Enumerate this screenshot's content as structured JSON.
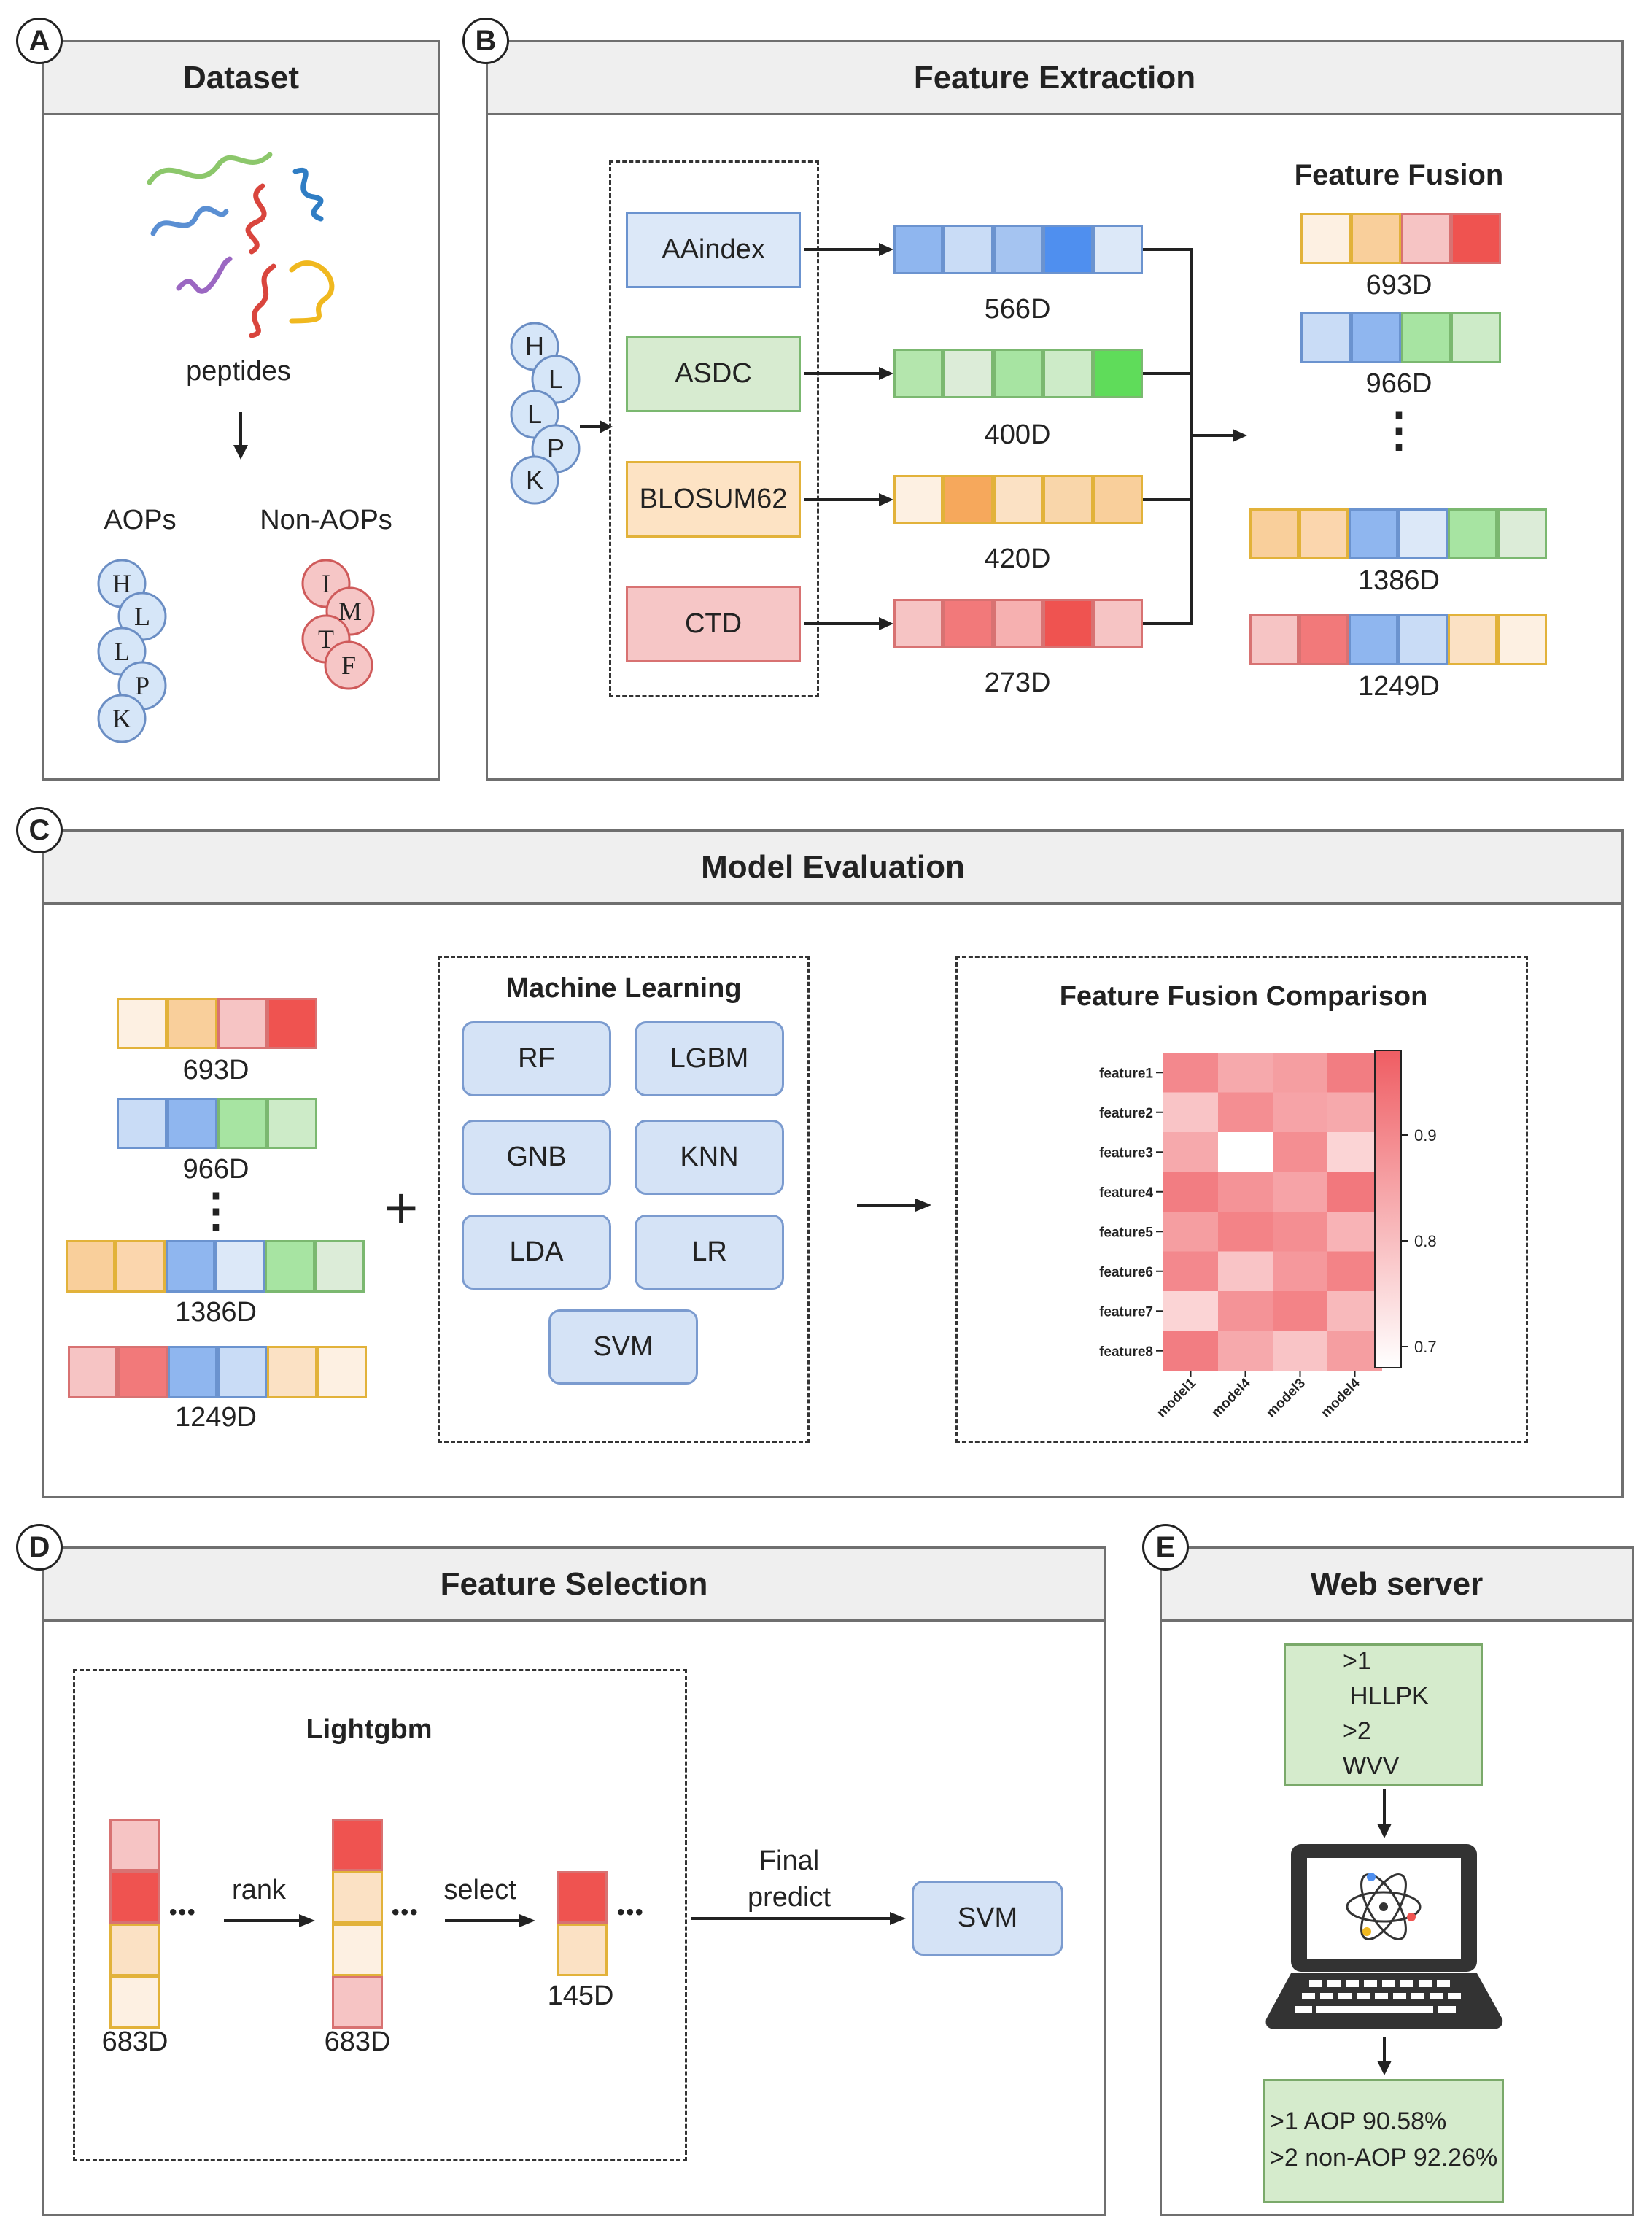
{
  "panels": {
    "a": {
      "label": "A",
      "title": "Dataset",
      "peptides": "peptides",
      "aops": "AOPs",
      "non_aops": "Non-AOPs",
      "aop_residues": [
        "H",
        "L",
        "L",
        "P",
        "K"
      ],
      "non_aop_residues": [
        "I",
        "M",
        "T",
        "F"
      ]
    },
    "b": {
      "label": "B",
      "title": "Feature Extraction",
      "input_residues": [
        "H",
        "L",
        "L",
        "P",
        "K"
      ],
      "encoders": [
        {
          "name": "AAindex",
          "dim": "566D"
        },
        {
          "name": "ASDC",
          "dim": "400D"
        },
        {
          "name": "BLOSUM62",
          "dim": "420D"
        },
        {
          "name": "CTD",
          "dim": "273D"
        }
      ],
      "fusion_title": "Feature Fusion",
      "fusion_dims": [
        "693D",
        "966D",
        "1386D",
        "1249D"
      ],
      "ellipsis": "⋮"
    },
    "c": {
      "label": "C",
      "title": "Model Evaluation",
      "fusion_dims": [
        "693D",
        "966D",
        "1386D",
        "1249D"
      ],
      "plus": "+",
      "ellipsis": "⋮",
      "ml_title": "Machine Learning",
      "models": [
        "RF",
        "LGBM",
        "GNB",
        "KNN",
        "LDA",
        "LR",
        "SVM"
      ],
      "comparison_title": "Feature Fusion Comparison"
    },
    "d": {
      "label": "D",
      "title": "Feature Selection",
      "method": "Lightgbm",
      "rank": "rank",
      "select": "select",
      "final_predict_1": "Final",
      "final_predict_2": "predict",
      "dims": [
        "683D",
        "683D",
        "145D"
      ],
      "classifier": "SVM",
      "dots": "•••"
    },
    "e": {
      "label": "E",
      "title": "Web server",
      "input_lines": [
        ">1",
        "HLLPK",
        ">2",
        "WVV"
      ],
      "output_lines": [
        ">1 AOP 90.58%",
        ">2 non-AOP 92.26%"
      ]
    }
  },
  "colors": {
    "blue_dark": "#4f8fef",
    "blue_mid": "#8fb6ef",
    "blue_light": "#c9dcf6",
    "blue_pale": "#dce8f8",
    "blue_border": "#6b93cf",
    "green_dark": "#5fdc5a",
    "green_mid": "#a7e4a2",
    "green_light": "#cdebc8",
    "green_pale": "#dcecd8",
    "green_border": "#7bb870",
    "orange_dark": "#f6a85c",
    "orange_mid": "#f9cf9b",
    "orange_light": "#fbe1c4",
    "orange_pale": "#fdf0e2",
    "orange_border": "#e2b23a",
    "red_dark": "#ef5350",
    "red_mid": "#f2797a",
    "red_light": "#f6c4c4",
    "red_pale": "#f9d7d7",
    "red_border": "#d87272"
  },
  "chart_data": {
    "type": "heatmap",
    "title": "Feature Fusion Comparison",
    "rows": [
      "feature1",
      "feature2",
      "feature3",
      "feature4",
      "feature5",
      "feature6",
      "feature7",
      "feature8"
    ],
    "columns": [
      "model1",
      "model4",
      "model3",
      "model4"
    ],
    "values": [
      [
        0.9,
        0.84,
        0.86,
        0.92
      ],
      [
        0.79,
        0.89,
        0.85,
        0.84
      ],
      [
        0.84,
        0.68,
        0.89,
        0.76
      ],
      [
        0.92,
        0.88,
        0.85,
        0.93
      ],
      [
        0.86,
        0.91,
        0.89,
        0.82
      ],
      [
        0.9,
        0.79,
        0.87,
        0.91
      ],
      [
        0.76,
        0.88,
        0.91,
        0.81
      ],
      [
        0.92,
        0.84,
        0.79,
        0.86
      ]
    ],
    "colorbar": {
      "min": 0.68,
      "max": 0.98,
      "ticks": [
        0.9,
        0.8,
        0.7
      ],
      "low_color": "#ffffff",
      "high_color": "#ef5d63"
    }
  }
}
